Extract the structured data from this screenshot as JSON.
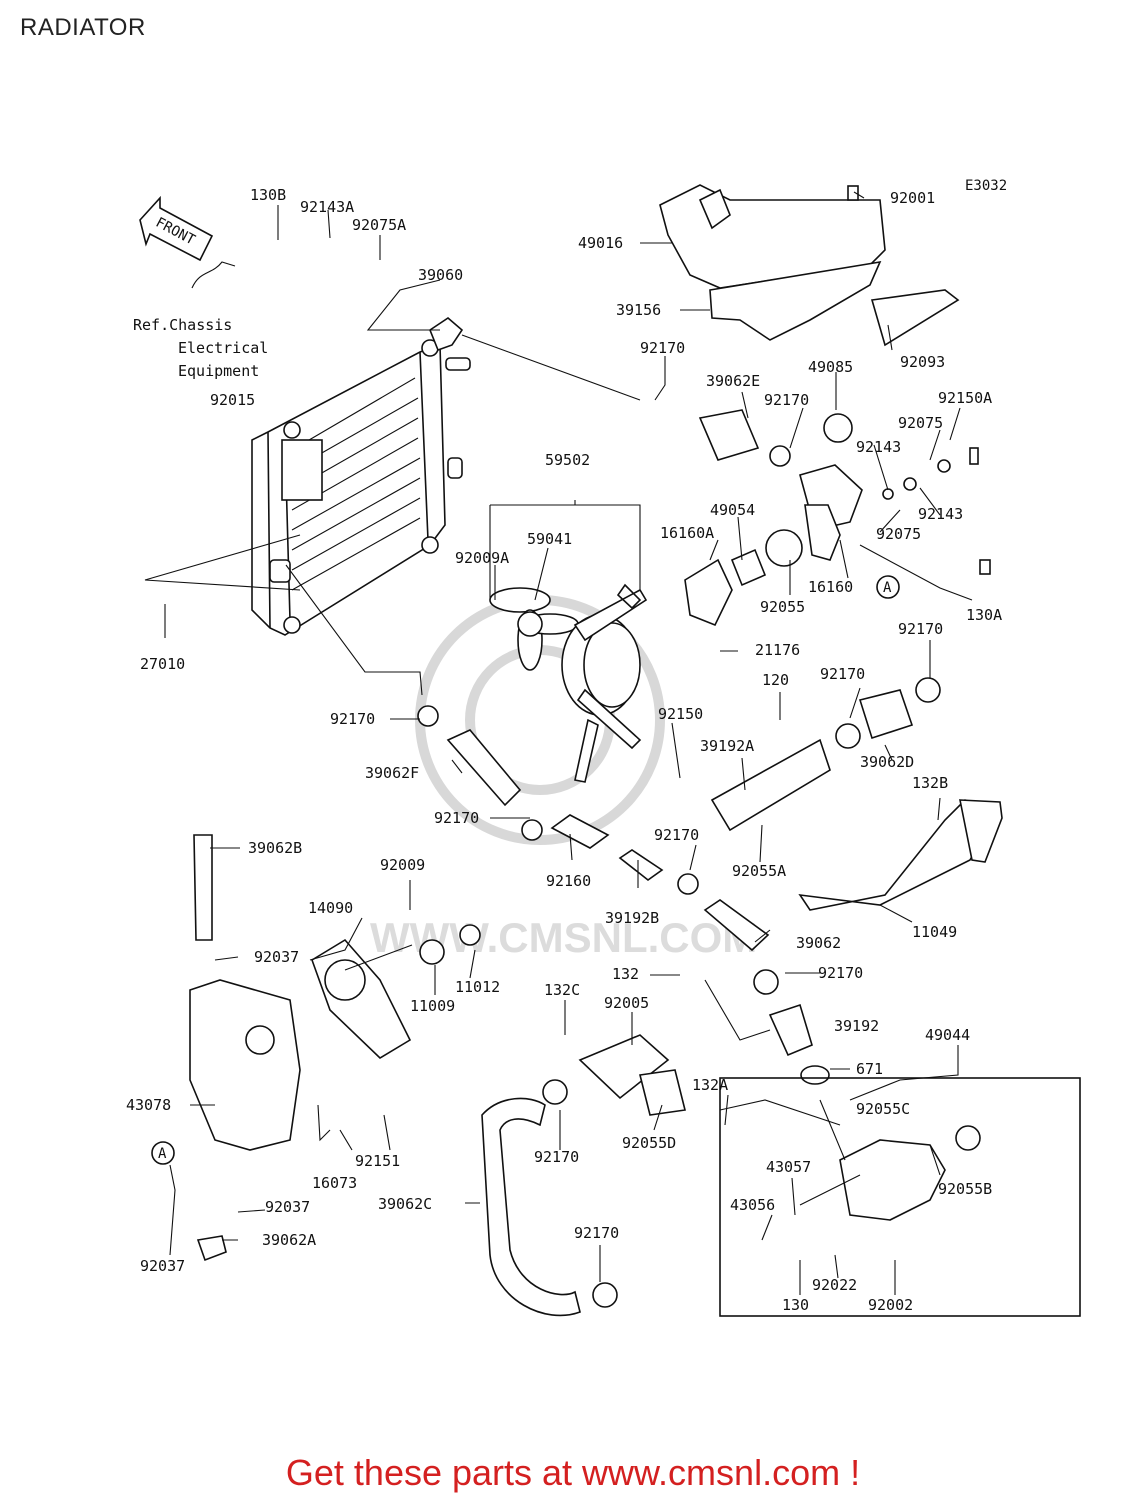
{
  "page": {
    "title": "RADIATOR",
    "diagram_code": "E3032"
  },
  "footer": {
    "text": "Get these parts at www.cmsnl.com !"
  },
  "watermark": {
    "text": "WWW.CMSNL.COM"
  },
  "front_arrow": {
    "text": "FRONT"
  },
  "reference": {
    "lines": [
      "Ref.Chassis",
      "Electrical",
      "Equipment"
    ]
  },
  "circle_refs": [
    "A",
    "A"
  ],
  "parts": {
    "p130B": "130B",
    "p92143A": "92143A",
    "p92075A": "92075A",
    "p39060": "39060",
    "p92001": "92001",
    "p49016": "49016",
    "p39156": "39156",
    "p92093": "92093",
    "p92170_a": "92170",
    "p39062E": "39062E",
    "p49085": "49085",
    "p92170_b": "92170",
    "p92150A": "92150A",
    "p92075": "92075",
    "p92143_a": "92143",
    "p92143_b": "92143",
    "p92075_b": "92075",
    "p92015": "92015",
    "p59502": "59502",
    "p59041": "59041",
    "p49054": "49054",
    "p16160A": "16160A",
    "p92009A": "92009A",
    "p92055": "92055",
    "p16160": "16160",
    "p130A": "130A",
    "p27010": "27010",
    "p21176": "21176",
    "p92170_c": "92170",
    "p120": "120",
    "p92170_d": "92170",
    "p92170_e": "92170",
    "p92150": "92150",
    "p39192A": "39192A",
    "p39062D": "39062D",
    "p39062F": "39062F",
    "p132B": "132B",
    "p92170_f": "92170",
    "p92170_g": "92170",
    "p92055A": "92055A",
    "p92160": "92160",
    "p39062B": "39062B",
    "p92009": "92009",
    "p39192B": "39192B",
    "p14090": "14090",
    "p11049": "11049",
    "p92037_a": "92037",
    "p39062": "39062",
    "p11012": "11012",
    "p11009": "11009",
    "p132": "132",
    "p92170_h": "92170",
    "p132C": "132C",
    "p92005": "92005",
    "p39192": "39192",
    "p49044": "49044",
    "p671": "671",
    "p43078": "43078",
    "p132A": "132A",
    "p92055C": "92055C",
    "p92055D": "92055D",
    "p92170_i": "92170",
    "p16073": "16073",
    "p92151": "92151",
    "p43057": "43057",
    "p92037_b": "92037",
    "p92055B": "92055B",
    "p39062C": "39062C",
    "p43056": "43056",
    "p39062A": "39062A",
    "p92037_c": "92037",
    "p92170_j": "92170",
    "p92022": "92022",
    "p130": "130",
    "p92002": "92002"
  }
}
